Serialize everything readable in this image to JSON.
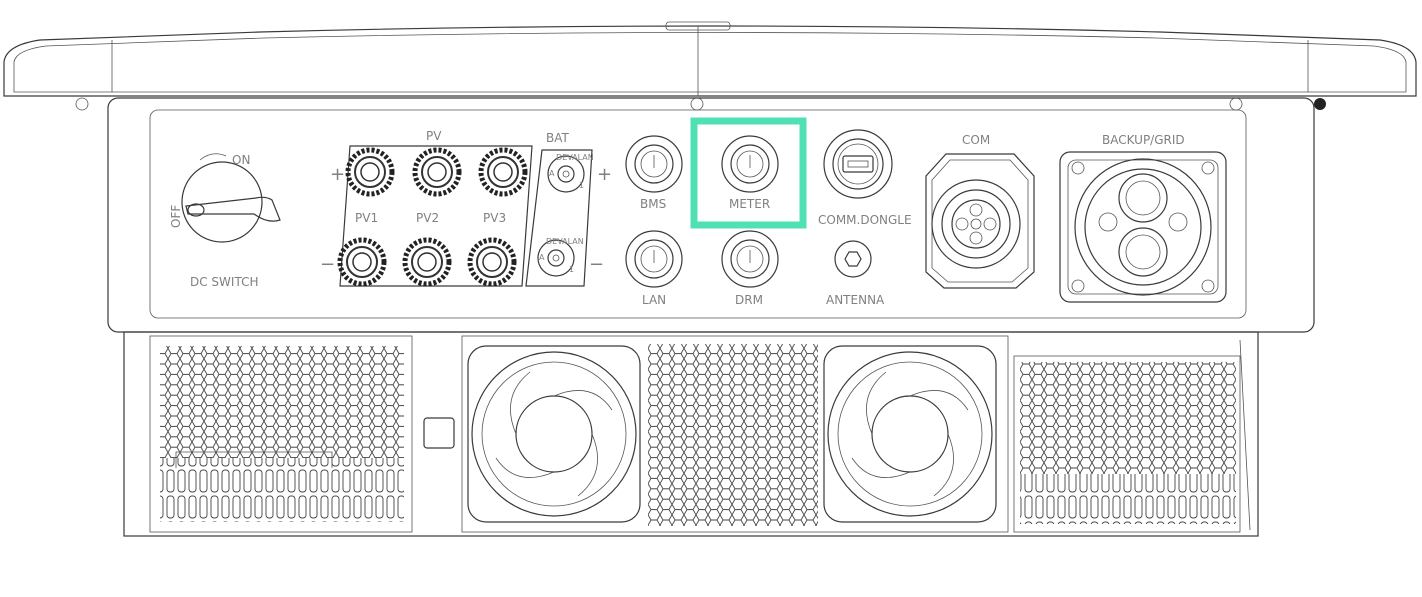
{
  "labels": {
    "on": "ON",
    "off": "OFF",
    "dc_switch": "DC SWITCH",
    "pv": "PV",
    "pv1": "PV1",
    "pv2": "PV2",
    "pv3": "PV3",
    "plus": "+",
    "minus": "−",
    "bat": "BAT",
    "bms": "BMS",
    "meter": "METER",
    "comm_dongle": "COMM.DONGLE",
    "lan": "LAN",
    "drm": "DRM",
    "antenna": "ANTENNA",
    "com": "COM",
    "backup_grid": "BACKUP/GRID",
    "devalan": "DEVALAN",
    "conn_a": "A",
    "conn_1": "1"
  },
  "highlight": {
    "target": "METER",
    "color": "#4FE0B4"
  },
  "colors": {
    "line": "#3a3a3a",
    "label": "#808080",
    "background": "#ffffff"
  }
}
